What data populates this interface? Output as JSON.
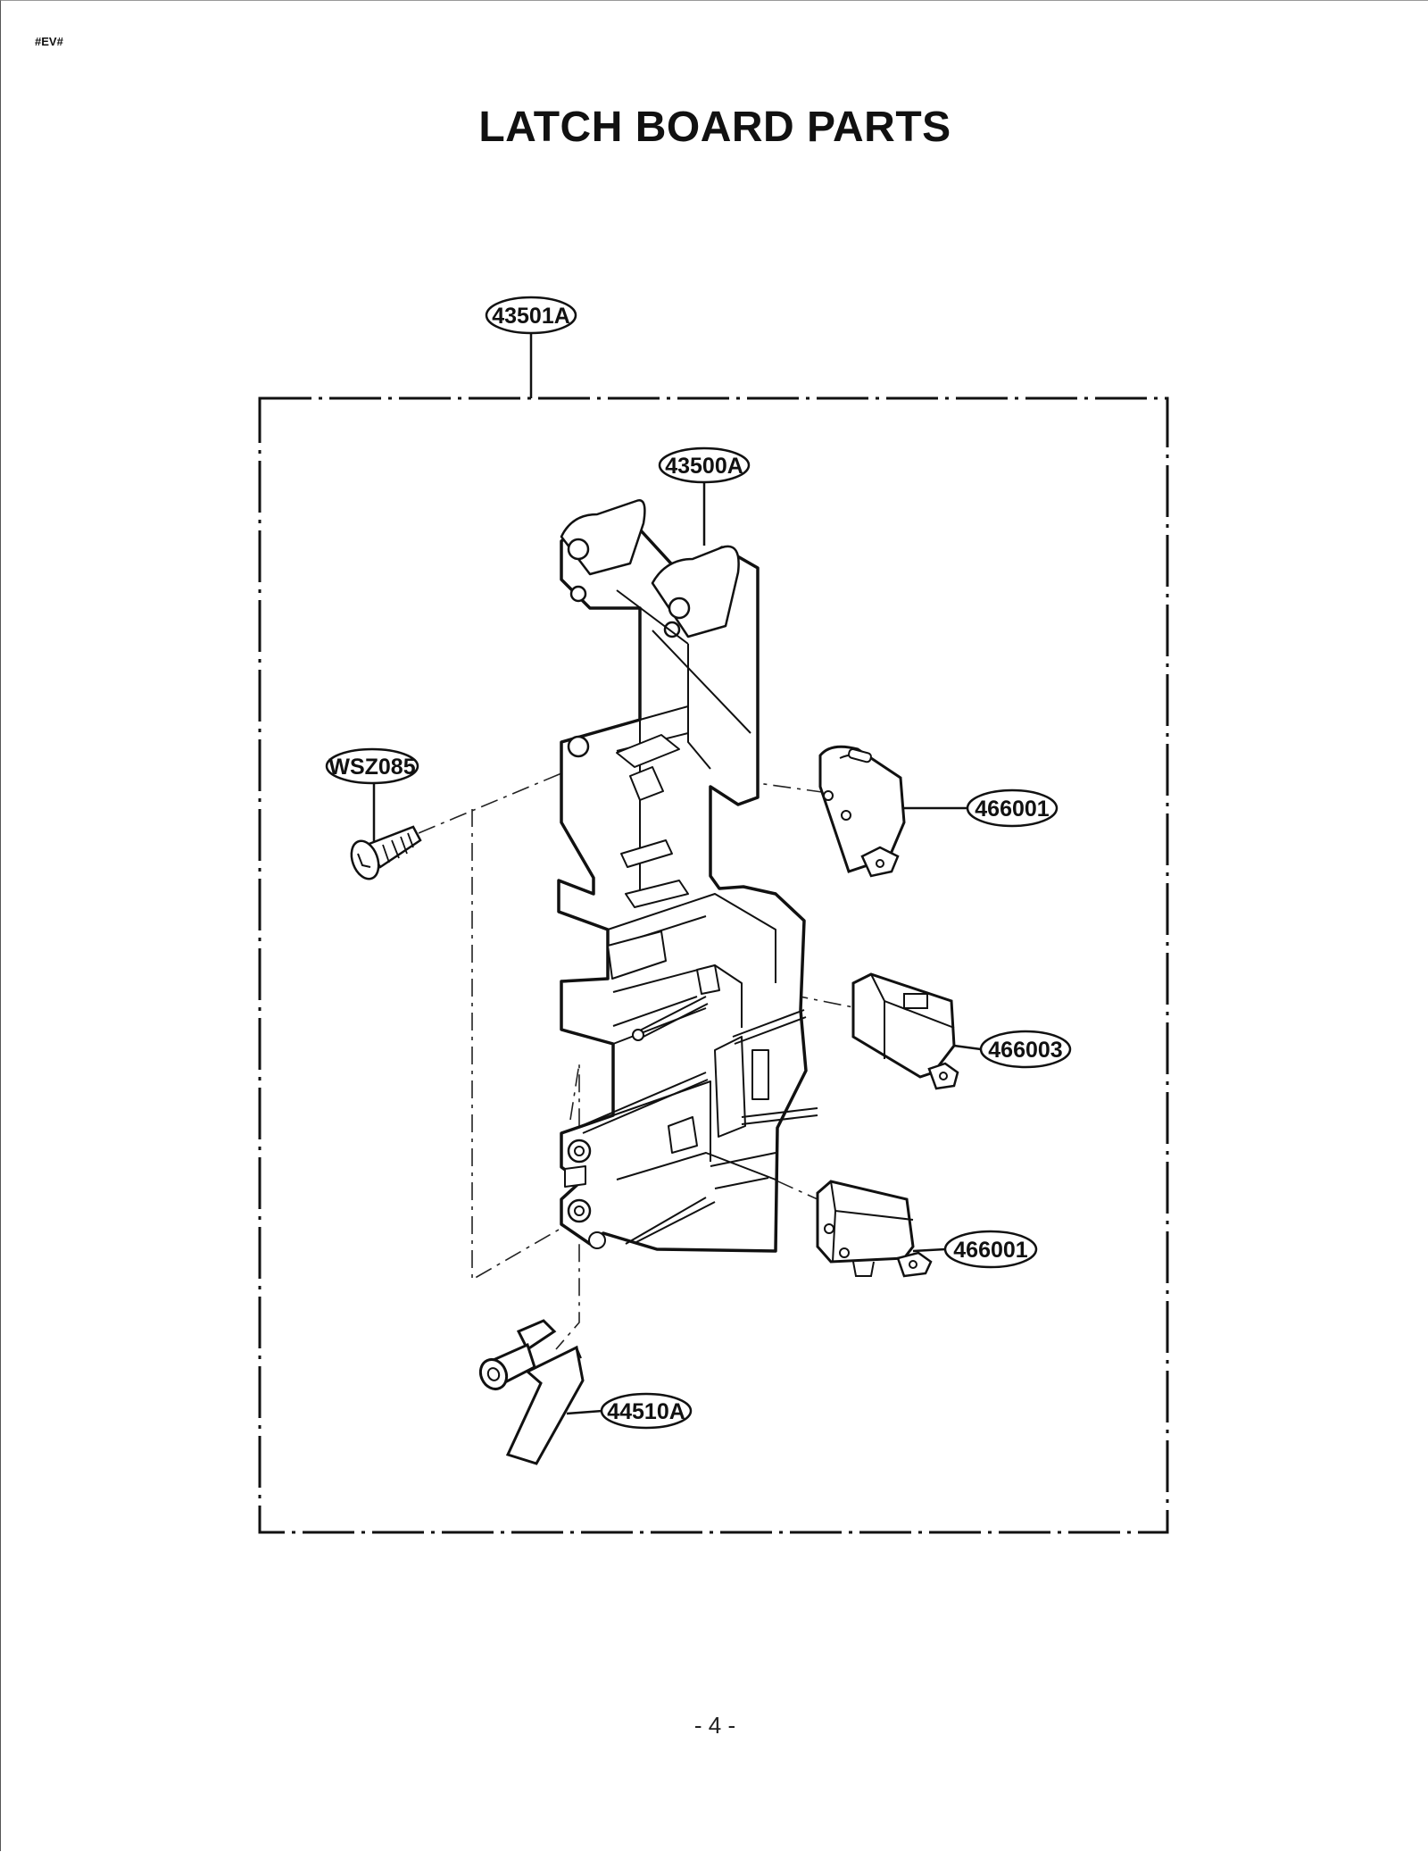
{
  "header": {
    "doc_code": "#EV#",
    "title": "LATCH BOARD PARTS"
  },
  "callouts": {
    "assembly": "43501A",
    "latch_board": "43500A",
    "screw": "WSZ085",
    "switch_upper": "466001",
    "switch_middle": "466003",
    "switch_lower": "466001",
    "lever": "44510A"
  },
  "footer": {
    "page_number": "- 4 -"
  }
}
